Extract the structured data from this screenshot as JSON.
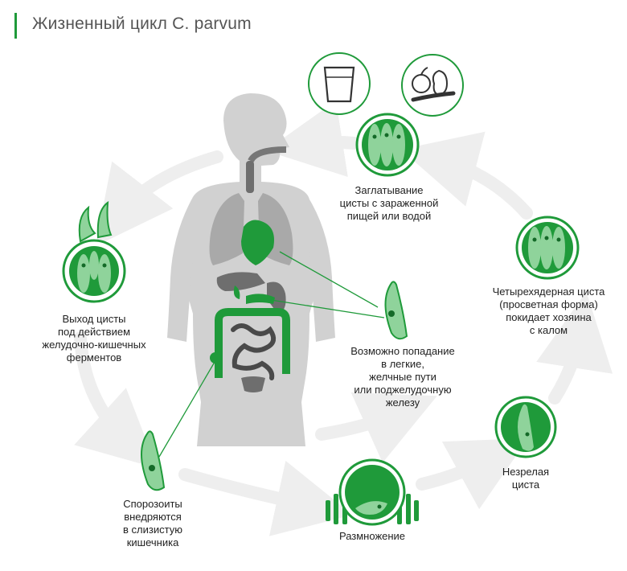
{
  "title": "Жизненный цикл C. parvum",
  "colors": {
    "accent": "#1f9a3a",
    "accent_light": "#8fd39b",
    "body_gray": "#d1d1d1",
    "organ_gray": "#6e6e6e",
    "cycle_arrow": "#eeeeee"
  },
  "stages": [
    {
      "id": "ingestion",
      "label": "Заглатывание\nцисты с зараженной\nпищей или водой",
      "icons": [
        "glass-icon",
        "fruit-vegetables-icon"
      ]
    },
    {
      "id": "excystation",
      "label": "Выход цисты\nпод действием\nжелудочно-кишечных\nферментов"
    },
    {
      "id": "sporozoites",
      "label": "Спорозоиты\nвнедряются\nв слизистую\nкишечника"
    },
    {
      "id": "reproduction",
      "label": "Размножение"
    },
    {
      "id": "immature-cyst",
      "label": "Незрелая\nциста"
    },
    {
      "id": "four-nucleus-cyst",
      "label": "Четырехядерная циста\n(просветная форма)\nпокидает хозяина\nс калом"
    },
    {
      "id": "spread",
      "label": "Возможно попадание\nв легкие,\nжелчные пути\nили поджелудочную\nжелезу"
    }
  ]
}
